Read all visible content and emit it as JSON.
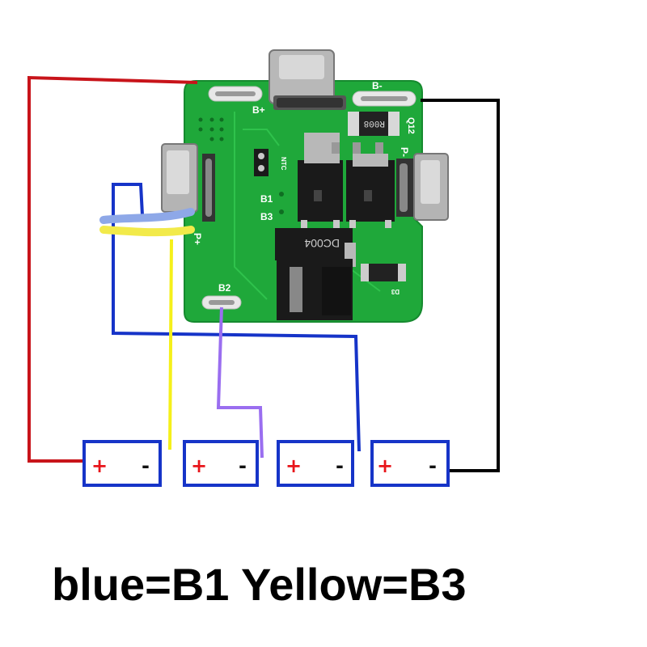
{
  "board": {
    "labels": {
      "b_plus": "B+",
      "b_minus": "B-",
      "p_plus": "P+",
      "p_minus": "P-",
      "b1": "B1",
      "b2": "B2",
      "b3": "B3",
      "ntc": "NTC",
      "chip": "DC004",
      "resistor": "R008",
      "q": "Q12",
      "d3": "D3"
    },
    "pcb_color": "#1fa83a"
  },
  "cells": [
    {
      "plus": "+",
      "minus": "-"
    },
    {
      "plus": "+",
      "minus": "-"
    },
    {
      "plus": "+",
      "minus": "-"
    },
    {
      "plus": "+",
      "minus": "-"
    }
  ],
  "wire_colors": {
    "red": "#c8141a",
    "black": "#000000",
    "blue": "#1634c8",
    "yellow": "#f5f01a",
    "purple": "#9a6ef0"
  },
  "caption": "blue=B1 Yellow=B3"
}
